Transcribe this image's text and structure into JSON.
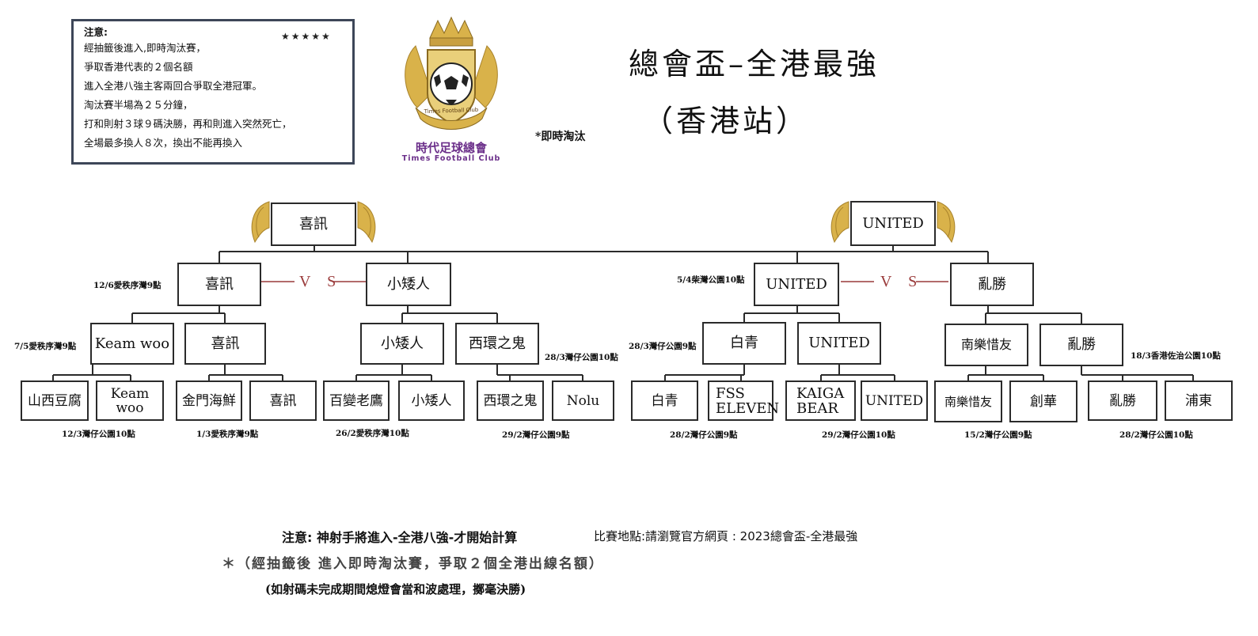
{
  "notice": {
    "heading": "注意:",
    "lines": [
      "經抽籤後進入,即時淘汰賽，",
      "爭取香港代表的２個名額",
      "進入全港八強主客兩回合爭取全港冠軍。",
      "淘汰賽半場為２５分鐘，",
      "打和則射３球９碼決勝，再和則進入突然死亡，",
      "全場最多換人８次，換出不能再換入"
    ]
  },
  "logo": {
    "name_zh": "時代足球總會",
    "name_en": "Times Football Club",
    "ribbon": "Times Football Club"
  },
  "knockout_note": "*即時淘汰",
  "title": "總會盃–全港最強",
  "subtitle": "（香港站）",
  "vs_label": "V S",
  "finalists": {
    "left": "喜訊",
    "right": "UNITED"
  },
  "semis": {
    "left": {
      "a": "喜訊",
      "b": "小矮人",
      "date": "12/6愛秩序灣9點"
    },
    "right": {
      "a": "UNITED",
      "b": "亂勝",
      "date": "5/4柴灣公園10點"
    }
  },
  "quarters": {
    "q1": {
      "a": "Keam woo",
      "b": "喜訊",
      "date": "7/5愛秩序灣9點"
    },
    "q2": {
      "a": "小矮人",
      "b": "西環之鬼",
      "date": "28/3灣仔公園10點"
    },
    "q3": {
      "a": "白青",
      "b": "UNITED",
      "date": "28/3灣仔公園9點"
    },
    "q4": {
      "a": "南樂惜友",
      "b": "亂勝",
      "date": "18/3香港佐治公園10點"
    }
  },
  "round1": [
    {
      "a": "山西豆腐",
      "b": "Keam woo",
      "date": "12/3灣仔公園10點"
    },
    {
      "a": "金門海鮮",
      "b": "喜訊",
      "date": "1/3愛秩序灣9點"
    },
    {
      "a": "百變老鷹",
      "b": "小矮人",
      "date": "26/2愛秩序灣10點"
    },
    {
      "a": "西環之鬼",
      "b": "Nolu",
      "date": "29/2灣仔公園9點"
    },
    {
      "a": "白青",
      "b": "FSS ELEVEN",
      "a_lines": null,
      "date": "28/2灣仔公園9點"
    },
    {
      "a": "KAIGA BEAR",
      "b": "UNITED",
      "date": "29/2灣仔公園10點"
    },
    {
      "a": "南樂惜友",
      "b": "創華",
      "date": "15/2灣仔公園9點"
    },
    {
      "a": "亂勝",
      "b": "浦東",
      "date": "28/2灣仔公園10點"
    }
  ],
  "footer": {
    "note": "注意: 神射手將進入-全港八強-才開始計算",
    "venue": "比賽地點:請瀏覽官方網頁 : 2023總會盃-全港最強",
    "draw": "＊（經抽籤後 進入即時淘汰賽，爭取２個全港出線名額）",
    "penalty": "(如射碼未完成期間熄燈會當和波處理，擲毫決勝)"
  },
  "colors": {
    "line": "#2a2a2a",
    "vs": "#9a3a3a",
    "notice_border": "#3d4658",
    "logo_gold": "#c9a040",
    "logo_purple": "#6b2f8a"
  }
}
